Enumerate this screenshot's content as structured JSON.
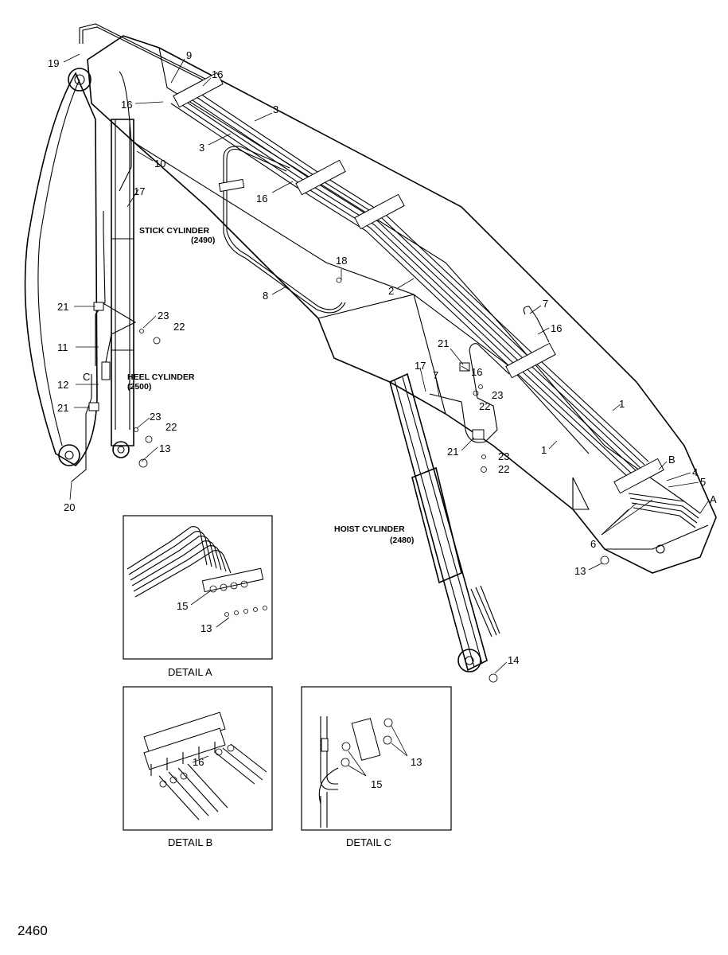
{
  "page_number": "2460",
  "labels": {
    "stick_cylinder": "STICK CYLINDER",
    "stick_cylinder_ref": "(2490)",
    "heel_cylinder": "HEEL CYLINDER",
    "heel_cylinder_ref": "(2500)",
    "hoist_cylinder": "HOIST CYLINDER",
    "hoist_cylinder_ref": "(2480)",
    "detail_a": "DETAIL A",
    "detail_b": "DETAIL B",
    "detail_c": "DETAIL C",
    "ref_a": "A",
    "ref_b": "B",
    "ref_c": "C"
  },
  "callouts": {
    "c19": "19",
    "c9": "9",
    "c16a": "16",
    "c16b": "16",
    "c3a": "3",
    "c3b": "3",
    "c10": "10",
    "c17a": "17",
    "c16c": "16",
    "c18": "18",
    "c8": "8",
    "c2": "2",
    "c21a": "21",
    "c23a": "23",
    "c22a": "22",
    "c11": "11",
    "c12": "12",
    "c21b": "21",
    "c23b": "23",
    "c22b": "22",
    "c13a": "13",
    "c20": "20",
    "c7a": "7",
    "c16d": "16",
    "c21c": "21",
    "c16e": "16",
    "c17b": "17",
    "c7b": "7",
    "c23c": "23",
    "c22c": "22",
    "c21d": "21",
    "c23d": "23",
    "c22d": "22",
    "c1a": "1",
    "c1b": "1",
    "c4": "4",
    "c5": "5",
    "c6": "6",
    "c13b": "13",
    "c14": "14",
    "d15a": "15",
    "d13a": "13",
    "d16b": "16",
    "d13c": "13",
    "d15c": "15"
  }
}
